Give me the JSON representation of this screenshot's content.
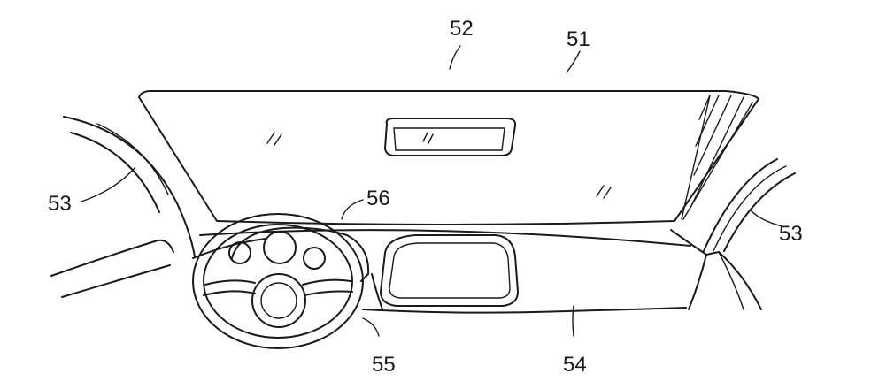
{
  "figure": {
    "labels": {
      "windshield": "51",
      "windshield_view": "52",
      "pillar_left": "53",
      "pillar_right": "53",
      "dashboard": "54",
      "steering_wheel": "55",
      "instrument_panel": "56"
    }
  }
}
